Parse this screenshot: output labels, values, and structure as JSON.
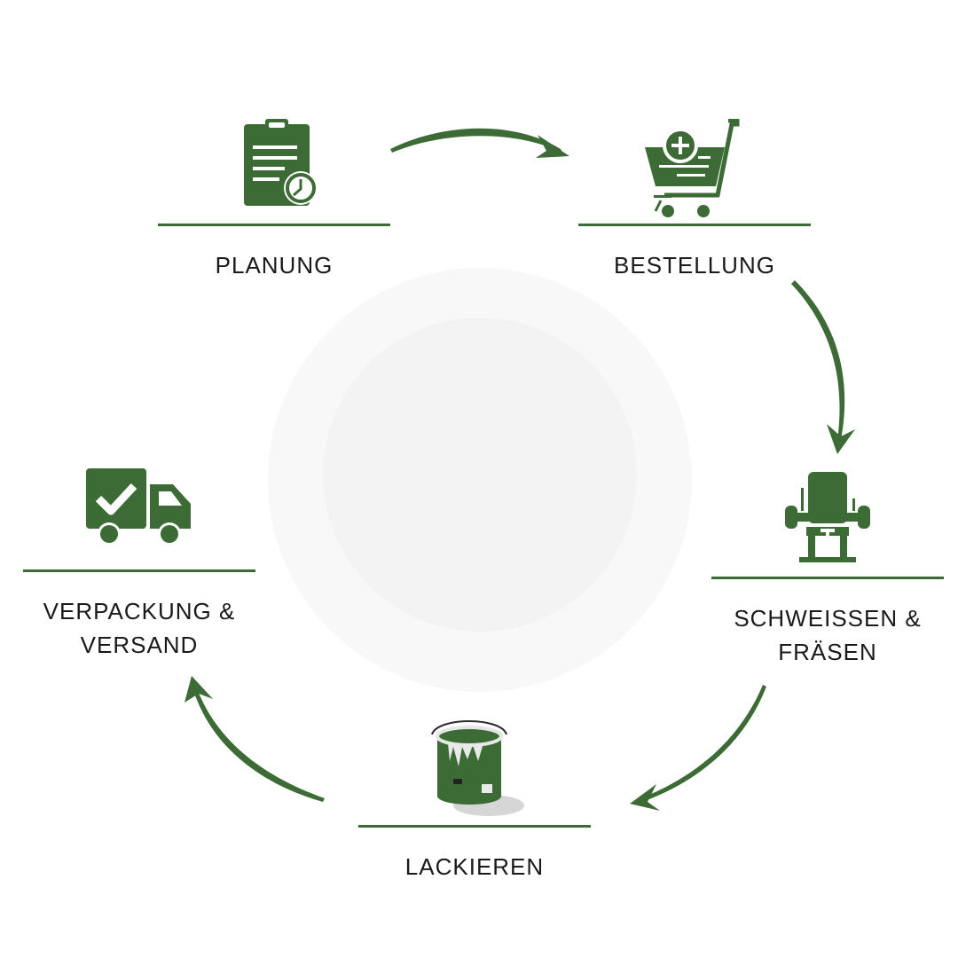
{
  "accent_color": "#3c6b35",
  "steps": [
    {
      "id": "planung",
      "label": "PLANUNG",
      "icon": "clipboard-clock-icon"
    },
    {
      "id": "bestellung",
      "label": "BESTELLUNG",
      "icon": "shopping-cart-add-icon"
    },
    {
      "id": "schweissen",
      "label": "SCHWEISSEN &\nFRÄSEN",
      "icon": "milling-machine-icon"
    },
    {
      "id": "lackieren",
      "label": "LACKIEREN",
      "icon": "paint-bucket-icon"
    },
    {
      "id": "versand",
      "label": "VERPACKUNG &\nVERSAND",
      "icon": "delivery-truck-check-icon"
    }
  ]
}
